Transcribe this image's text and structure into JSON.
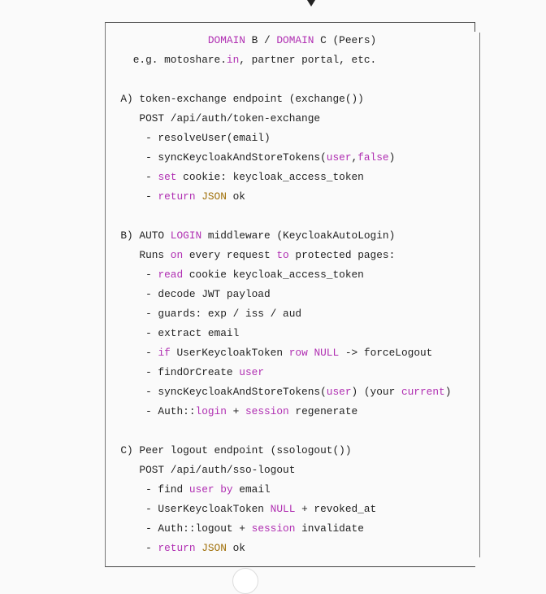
{
  "diagram": {
    "lines": [
      [
        [
          "                ",
          ""
        ],
        [
          "DOMAIN",
          "kw"
        ],
        [
          " B / ",
          ""
        ],
        [
          "DOMAIN",
          "kw"
        ],
        [
          " C (Peers)",
          ""
        ]
      ],
      [
        [
          "    e.g. motoshare.",
          ""
        ],
        [
          "in",
          "kw"
        ],
        [
          ", partner portal, etc.",
          ""
        ]
      ],
      [
        [
          "",
          ""
        ]
      ],
      [
        [
          "  A) token-exchange endpoint (exchange())",
          ""
        ]
      ],
      [
        [
          "     POST /api/auth/token-exchange",
          ""
        ]
      ],
      [
        [
          "      - resolveUser(email)",
          ""
        ]
      ],
      [
        [
          "      - syncKeycloakAndStoreTokens(",
          ""
        ],
        [
          "user",
          "kw"
        ],
        [
          ",",
          ""
        ],
        [
          "false",
          "kw"
        ],
        [
          ")",
          ""
        ]
      ],
      [
        [
          "      - ",
          ""
        ],
        [
          "set",
          "kw"
        ],
        [
          " cookie: keycloak_access_token",
          ""
        ]
      ],
      [
        [
          "      - ",
          ""
        ],
        [
          "return",
          "kw"
        ],
        [
          " ",
          ""
        ],
        [
          "JSON",
          "ty"
        ],
        [
          " ok",
          ""
        ]
      ],
      [
        [
          "",
          ""
        ]
      ],
      [
        [
          "  B) AUTO ",
          ""
        ],
        [
          "LOGIN",
          "kw"
        ],
        [
          " middleware (KeycloakAutoLogin)",
          ""
        ]
      ],
      [
        [
          "     Runs ",
          ""
        ],
        [
          "on",
          "kw"
        ],
        [
          " every request ",
          ""
        ],
        [
          "to",
          "kw"
        ],
        [
          " protected pages:",
          ""
        ]
      ],
      [
        [
          "      - ",
          ""
        ],
        [
          "read",
          "kw"
        ],
        [
          " cookie keycloak_access_token",
          ""
        ]
      ],
      [
        [
          "      - decode JWT payload",
          ""
        ]
      ],
      [
        [
          "      - guards: exp / iss / aud",
          ""
        ]
      ],
      [
        [
          "      - extract email",
          ""
        ]
      ],
      [
        [
          "      - ",
          ""
        ],
        [
          "if",
          "kw"
        ],
        [
          " UserKeycloakToken ",
          ""
        ],
        [
          "row",
          "kw"
        ],
        [
          " ",
          ""
        ],
        [
          "NULL",
          "kw"
        ],
        [
          " -> forceLogout",
          ""
        ]
      ],
      [
        [
          "      - findOrCreate ",
          ""
        ],
        [
          "user",
          "kw"
        ]
      ],
      [
        [
          "      - syncKeycloakAndStoreTokens(",
          ""
        ],
        [
          "user",
          "kw"
        ],
        [
          ") (your ",
          ""
        ],
        [
          "current",
          "kw"
        ],
        [
          ")",
          ""
        ]
      ],
      [
        [
          "      - Auth::",
          ""
        ],
        [
          "login",
          "kw"
        ],
        [
          " + ",
          ""
        ],
        [
          "session",
          "kw"
        ],
        [
          " regenerate",
          ""
        ]
      ],
      [
        [
          "",
          ""
        ]
      ],
      [
        [
          "  C) Peer logout endpoint (ssologout())",
          ""
        ]
      ],
      [
        [
          "     POST /api/auth/sso-logout",
          ""
        ]
      ],
      [
        [
          "      - find ",
          ""
        ],
        [
          "user",
          "kw"
        ],
        [
          " ",
          ""
        ],
        [
          "by",
          "kw"
        ],
        [
          " email",
          ""
        ]
      ],
      [
        [
          "      - UserKeycloakToken ",
          ""
        ],
        [
          "NULL",
          "kw"
        ],
        [
          " + revoked_at",
          ""
        ]
      ],
      [
        [
          "      - Auth::logout + ",
          ""
        ],
        [
          "session",
          "kw"
        ],
        [
          " invalidate",
          ""
        ]
      ],
      [
        [
          "      - ",
          ""
        ],
        [
          "return",
          "kw"
        ],
        [
          " ",
          ""
        ],
        [
          "JSON",
          "ty"
        ],
        [
          " ok",
          ""
        ]
      ]
    ]
  }
}
